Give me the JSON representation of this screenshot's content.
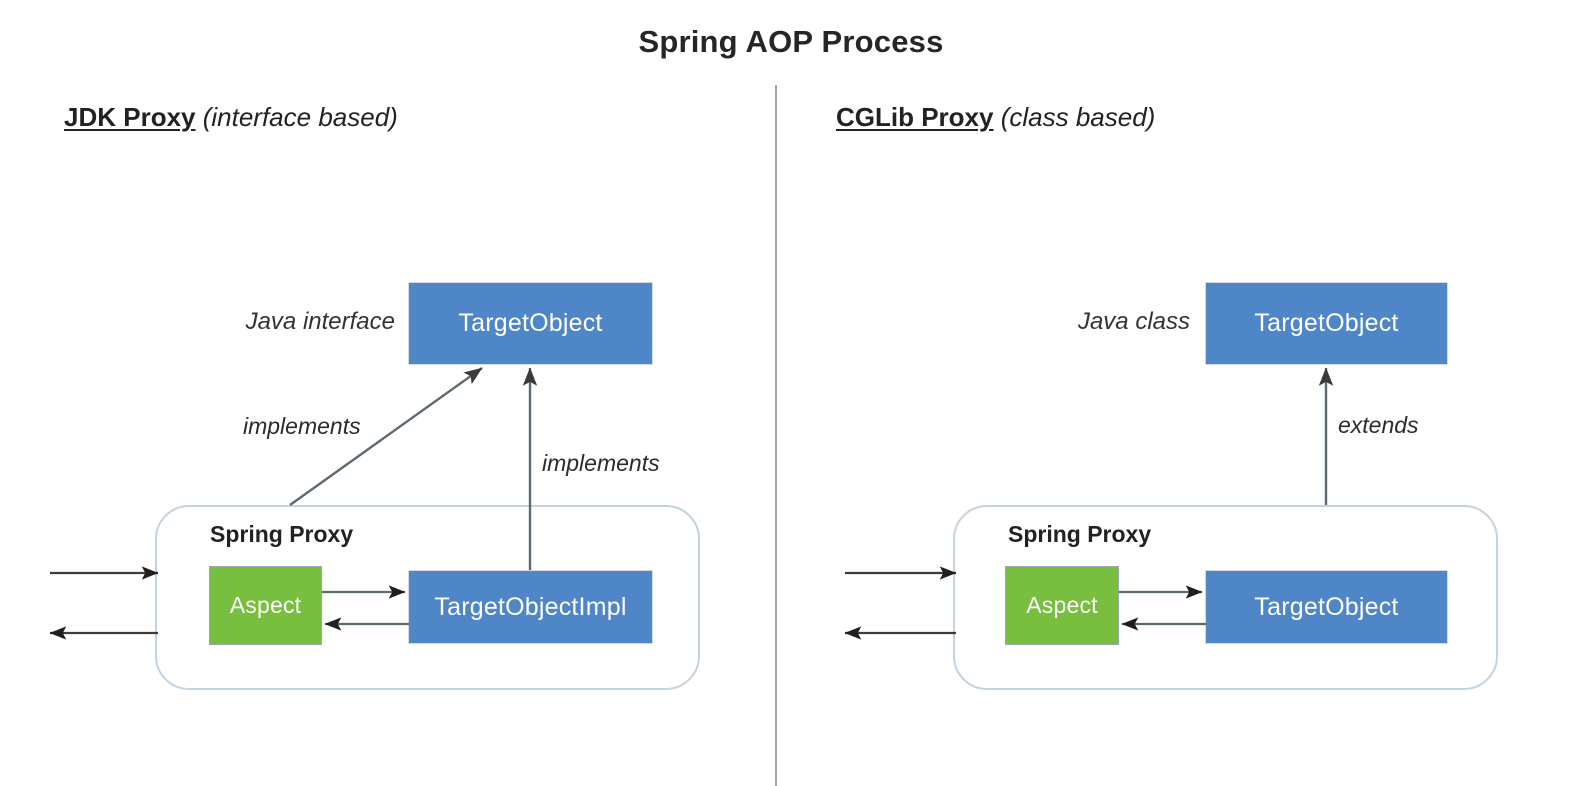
{
  "title": "Spring AOP Process",
  "colors": {
    "blue_node": "#4e86c7",
    "green_node": "#78bf3f",
    "proxy_border": "#c3d3df",
    "divider": "#9aa7b0",
    "arrow": "#595959",
    "text": "#262626"
  },
  "left_panel": {
    "heading_strong": "JDK Proxy",
    "heading_qualifier": " (interface based)",
    "side_label": "Java interface",
    "top_node": "TargetObject",
    "proxy_title": "Spring Proxy",
    "aspect_node": "Aspect",
    "target_node": "TargetObjectImpl",
    "relation_diagonal": "implements",
    "relation_vertical": "implements"
  },
  "right_panel": {
    "heading_strong": "CGLib Proxy",
    "heading_qualifier": " (class based)",
    "side_label": "Java class",
    "top_node": "TargetObject",
    "proxy_title": "Spring Proxy",
    "aspect_node": "Aspect",
    "target_node": "TargetObject",
    "relation_vertical": "extends"
  },
  "chart_data": {
    "type": "diagram",
    "title": "Spring AOP Process",
    "panels": [
      {
        "name": "JDK Proxy",
        "subtitle": "(interface based)",
        "nodes": [
          {
            "id": "jdk-target-interface",
            "label": "TargetObject",
            "kind": "interface",
            "color": "#4e86c7"
          },
          {
            "id": "jdk-aspect",
            "label": "Aspect",
            "kind": "aspect",
            "color": "#78bf3f"
          },
          {
            "id": "jdk-target-impl",
            "label": "TargetObjectImpl",
            "kind": "class",
            "color": "#4e86c7"
          },
          {
            "id": "jdk-proxy",
            "label": "Spring Proxy",
            "kind": "container"
          }
        ],
        "edges": [
          {
            "from": "jdk-proxy",
            "to": "jdk-target-interface",
            "label": "implements",
            "style": "diagonal-arrow"
          },
          {
            "from": "jdk-target-impl",
            "to": "jdk-target-interface",
            "label": "implements",
            "style": "vertical-arrow"
          },
          {
            "from": "jdk-aspect",
            "to": "jdk-target-impl",
            "label": "",
            "style": "arrow-right"
          },
          {
            "from": "jdk-target-impl",
            "to": "jdk-aspect",
            "label": "",
            "style": "arrow-left"
          },
          {
            "from": "external",
            "to": "jdk-proxy",
            "label": "",
            "style": "inbound-arrow"
          },
          {
            "from": "jdk-proxy",
            "to": "external",
            "label": "",
            "style": "outbound-arrow"
          }
        ]
      },
      {
        "name": "CGLib Proxy",
        "subtitle": "(class based)",
        "nodes": [
          {
            "id": "cglib-target-class",
            "label": "TargetObject",
            "kind": "class",
            "color": "#4e86c7"
          },
          {
            "id": "cglib-aspect",
            "label": "Aspect",
            "kind": "aspect",
            "color": "#78bf3f"
          },
          {
            "id": "cglib-target",
            "label": "TargetObject",
            "kind": "class",
            "color": "#4e86c7"
          },
          {
            "id": "cglib-proxy",
            "label": "Spring Proxy",
            "kind": "container"
          }
        ],
        "edges": [
          {
            "from": "cglib-proxy",
            "to": "cglib-target-class",
            "label": "extends",
            "style": "vertical-arrow"
          },
          {
            "from": "cglib-aspect",
            "to": "cglib-target",
            "label": "",
            "style": "arrow-right"
          },
          {
            "from": "cglib-target",
            "to": "cglib-aspect",
            "label": "",
            "style": "arrow-left"
          },
          {
            "from": "external",
            "to": "cglib-proxy",
            "label": "",
            "style": "inbound-arrow"
          },
          {
            "from": "cglib-proxy",
            "to": "external",
            "label": "",
            "style": "outbound-arrow"
          }
        ]
      }
    ]
  }
}
